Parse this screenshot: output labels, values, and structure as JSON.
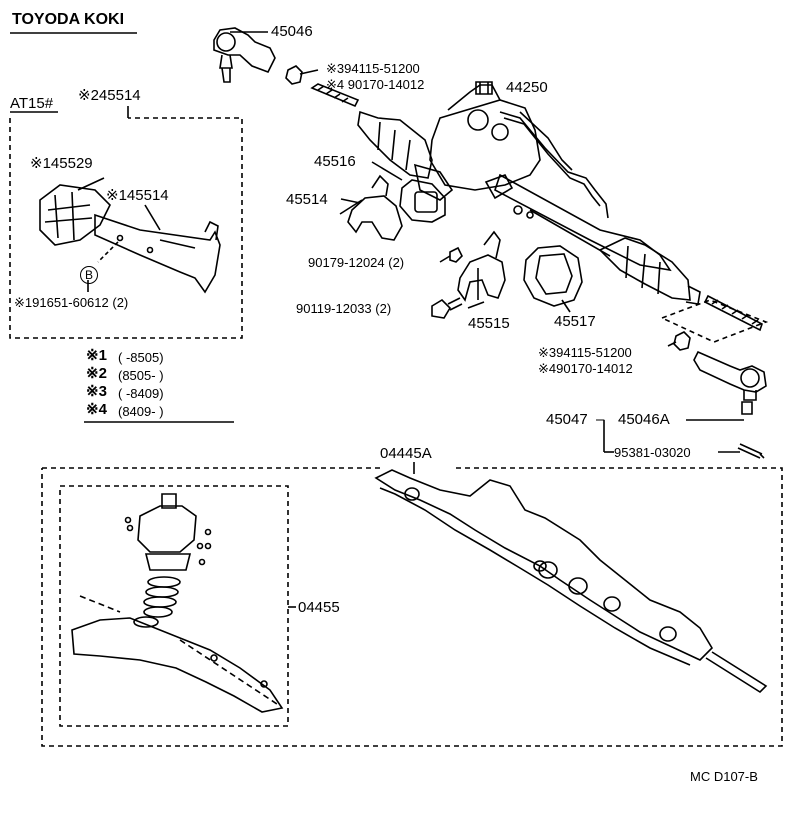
{
  "header": {
    "title": "TOYODA KOKI"
  },
  "inset_at15": {
    "label": "AT15#",
    "assembly_part": "※245514",
    "parts": {
      "p145529": "※145529",
      "p145514": "※145514",
      "bolt_symbol": "B",
      "p191651": "※191651-60612 (2)"
    }
  },
  "main_parts": {
    "p45046": "45046",
    "nut_a_1": "※394115-51200",
    "nut_a_2": "※4 90170-14012",
    "p44250": "44250",
    "p45516": "45516",
    "p45514": "45514",
    "p90179": "90179-12024 (2)",
    "p90119": "90119-12033 (2)",
    "p45515": "45515",
    "p45517": "45517",
    "nut_b_1": "※394115-51200",
    "nut_b_2": "※490170-14012",
    "p45047": "45047",
    "p45046A": "45046A",
    "p95381": "95381-03020",
    "p04445A": "04445A",
    "p04455": "04455"
  },
  "legend": [
    {
      "mark": "※1",
      "range": "(        -8505)"
    },
    {
      "mark": "※2",
      "range": "(8505-        )"
    },
    {
      "mark": "※3",
      "range": "(        -8409)"
    },
    {
      "mark": "※4",
      "range": "(8409-        )"
    }
  ],
  "footer": {
    "code": "MC D107-B"
  }
}
